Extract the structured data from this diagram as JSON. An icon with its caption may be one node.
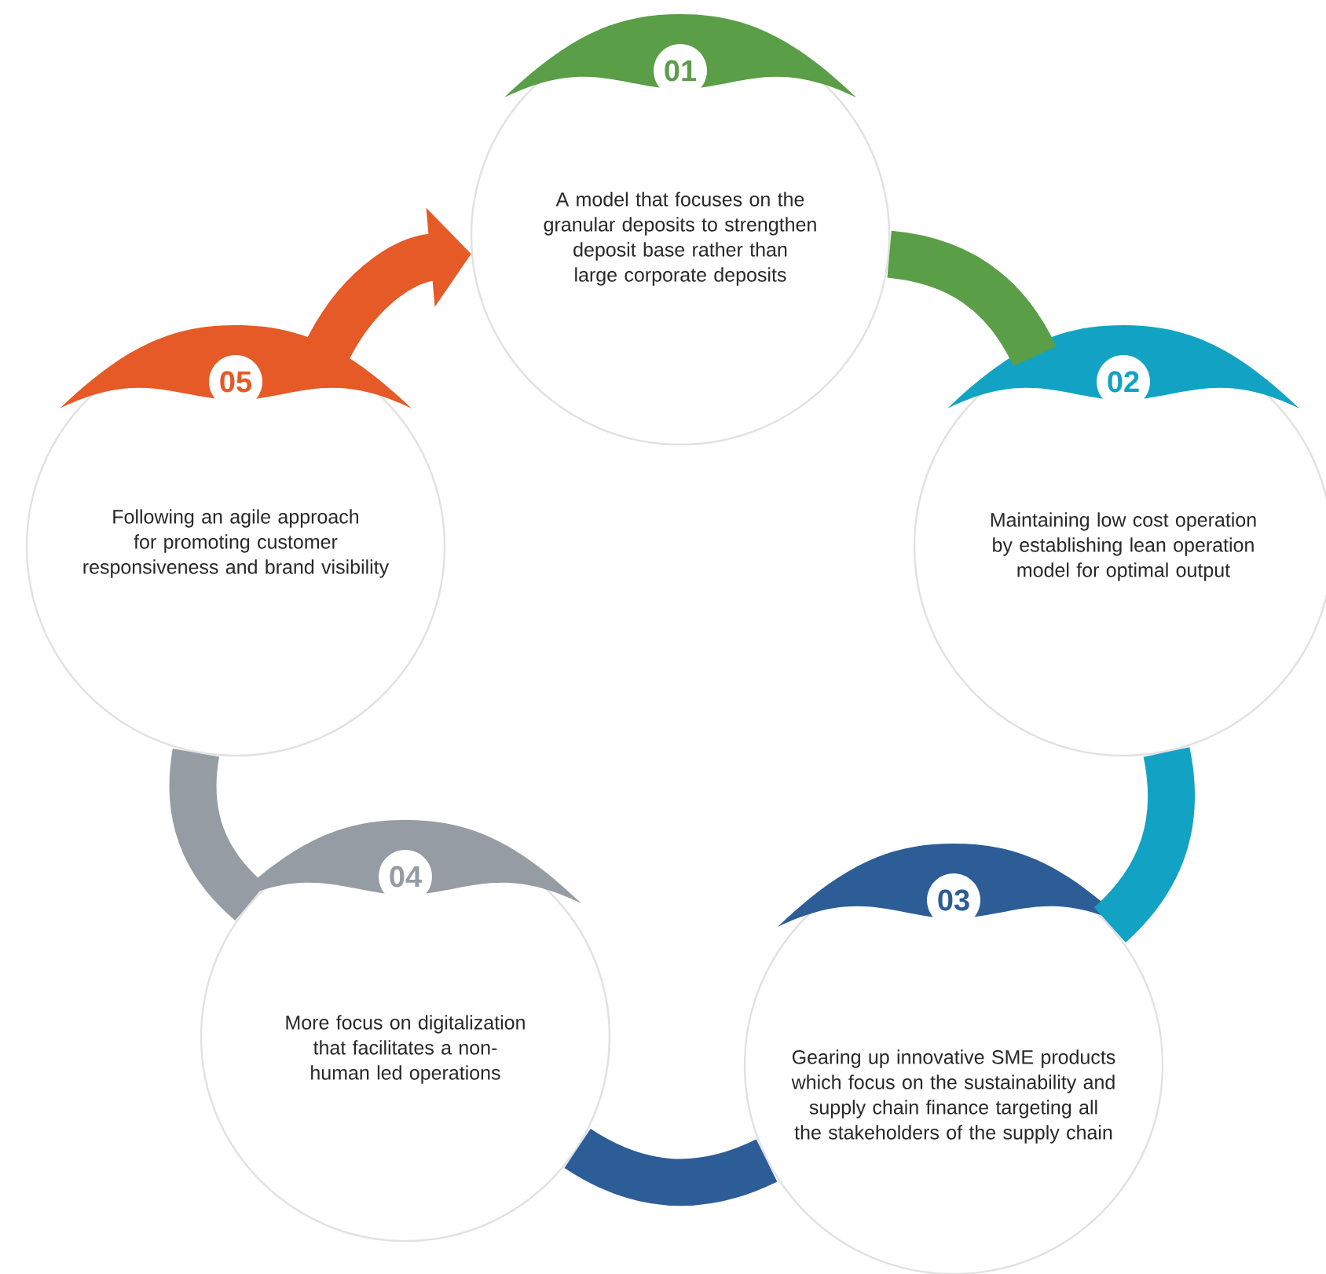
{
  "diagram": {
    "nodes": [
      {
        "text": [
          "01",
          "A model that focuses on the granular deposits to strengthen deposit base rather than large corporate deposits"
        ]
      },
      {
        "text": [
          "02",
          "Maintaining low cost operation by establishing lean operation model for optimal output"
        ]
      },
      {
        "text": [
          "03",
          "Gearing up innovative SME products which focus on the sustainability and supply chain finance targeting all the stakeholders of the supply chain"
        ]
      },
      {
        "text": [
          "04",
          "More focus on digitalization that facilitates a non-human led operations"
        ]
      },
      {
        "text": [
          "05",
          "Following an agile approach for promoting customer responsiveness and brand visibility"
        ]
      }
    ],
    "edges": [
      {
        "from": 0,
        "to": 1,
        "arrow": "none",
        "color": "#5a9e47"
      },
      {
        "from": 1,
        "to": 2,
        "arrow": "none",
        "color": "#12a3c4"
      },
      {
        "from": 2,
        "to": 3,
        "arrow": "none",
        "color": "#2c5d96"
      },
      {
        "from": 3,
        "to": 4,
        "arrow": "none",
        "color": "#959ca3"
      },
      {
        "from": 4,
        "to": 0,
        "arrow": "to",
        "color": "#e55a26"
      }
    ]
  }
}
